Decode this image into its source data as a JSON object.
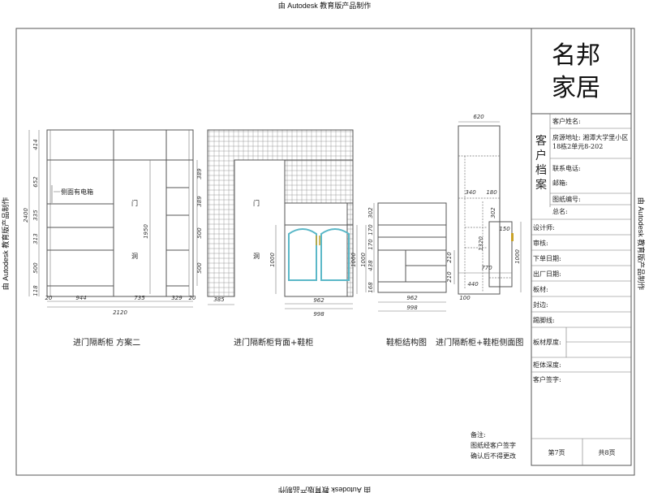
{
  "watermark": "由 Autodesk 教育版产品制作",
  "title_block": {
    "logo_line1": "名邦",
    "logo_line2": "家居",
    "section_label": [
      "客",
      "户",
      "档",
      "案"
    ],
    "customer_name": "客户姓名:",
    "address_line1": "房源地址: 湘潭大学里小区",
    "address_line2": "18栋2单元8-202",
    "phone": "联系电话:",
    "email": "邮箱:",
    "drawing_no": "图纸编号:",
    "total_name": "总名:",
    "designer": "设计师:",
    "review": "审核:",
    "order_date": "下单日期:",
    "factory_date": "出厂日期:",
    "board": "板材:",
    "edge": "封边:",
    "skirting": "踢脚线:",
    "board_thickness": "板材厚度:",
    "cabinet_depth": "柜体深度:",
    "customer_signature": "客户签字:",
    "page": "第7页",
    "total_pages": "共8页"
  },
  "remarks": {
    "title": "备注:",
    "line1": "图纸经客户签字",
    "line2": "确认后不得更改"
  },
  "drawings": [
    {
      "caption": "进门隔断柜 方案二",
      "note": "侧面有电箱",
      "door_label_1": "门",
      "door_label_2": "洞",
      "dims": {
        "h_total": "2400",
        "h1": "414",
        "h2": "652",
        "h3": "335",
        "h4": "313",
        "h5": "500",
        "h6": "118",
        "door_h": "1950",
        "r1": "389",
        "r2": "389",
        "r3": "500",
        "r4": "500",
        "w1": "20",
        "w2": "944",
        "w3": "735",
        "w4": "329",
        "w5": "20",
        "w_total": "2120"
      }
    },
    {
      "caption": "进门隔断柜背面+鞋柜",
      "door_label_1": "门",
      "door_label_2": "洞",
      "dims": {
        "r1": "389",
        "r2": "389",
        "r3": "500",
        "r4": "500",
        "w_left": "385",
        "h_left": "1000",
        "h_right": "1000",
        "w_inner": "962",
        "w_outer": "998"
      }
    },
    {
      "caption": "鞋柜结构图",
      "dims": {
        "h1": "302",
        "h2": "170",
        "h3": "170",
        "h4": "438",
        "h5": "168",
        "h_total": "1000",
        "w_inner": "962",
        "w_outer": "998"
      }
    },
    {
      "caption": "进门隔断柜+鞋柜侧面图",
      "dims": {
        "top": "620",
        "d1": "340",
        "d2": "180",
        "h1": "302",
        "h2": "150",
        "h3": "1320",
        "h4": "1000",
        "d3": "770",
        "d4": "440",
        "s1": "210",
        "s2": "210",
        "w": "100"
      }
    }
  ]
}
